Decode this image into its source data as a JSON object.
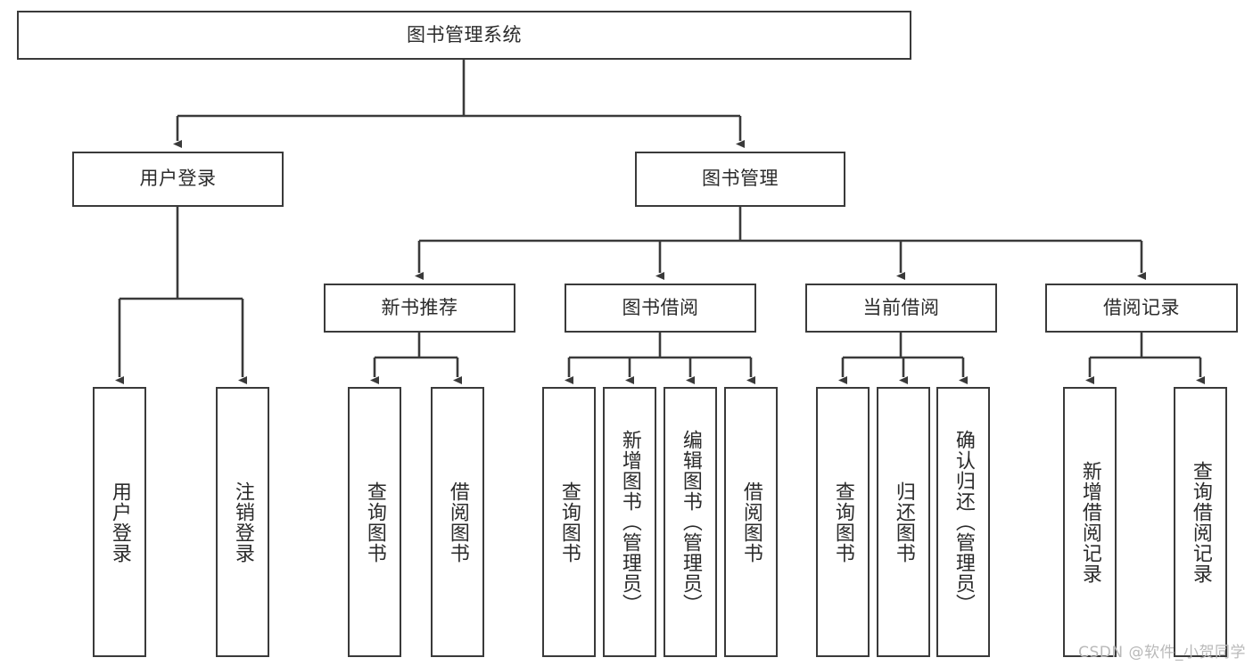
{
  "diagram": {
    "title_node": {
      "label": "图书管理系统"
    },
    "level2": [
      {
        "label": "用户登录"
      },
      {
        "label": "图书管理"
      }
    ],
    "level3": [
      {
        "label": "新书推荐"
      },
      {
        "label": "图书借阅"
      },
      {
        "label": "当前借阅"
      },
      {
        "label": "借阅记录"
      }
    ],
    "leaves": {
      "user_login": [
        {
          "label": "用户登录"
        },
        {
          "label": "注销登录"
        }
      ],
      "new_book_recommend": [
        {
          "label": "查询图书"
        },
        {
          "label": "借阅图书"
        }
      ],
      "book_borrow": [
        {
          "label": "查询图书"
        },
        {
          "label": "新增图书（管理员）"
        },
        {
          "label": "编辑图书（管理员）"
        },
        {
          "label": "借阅图书"
        }
      ],
      "current_borrow": [
        {
          "label": "查询图书"
        },
        {
          "label": "归还图书"
        },
        {
          "label": "确认归还（管理员）"
        }
      ],
      "borrow_record": [
        {
          "label": "新增借阅记录"
        },
        {
          "label": "查询借阅记录"
        }
      ]
    },
    "watermark": {
      "text": "CSDN @软件_小贺同学"
    },
    "colors": {
      "border": "#3a3a3a",
      "text": "#2b2b2b",
      "background": "#ffffff",
      "watermark": "#b9b9b9"
    }
  }
}
